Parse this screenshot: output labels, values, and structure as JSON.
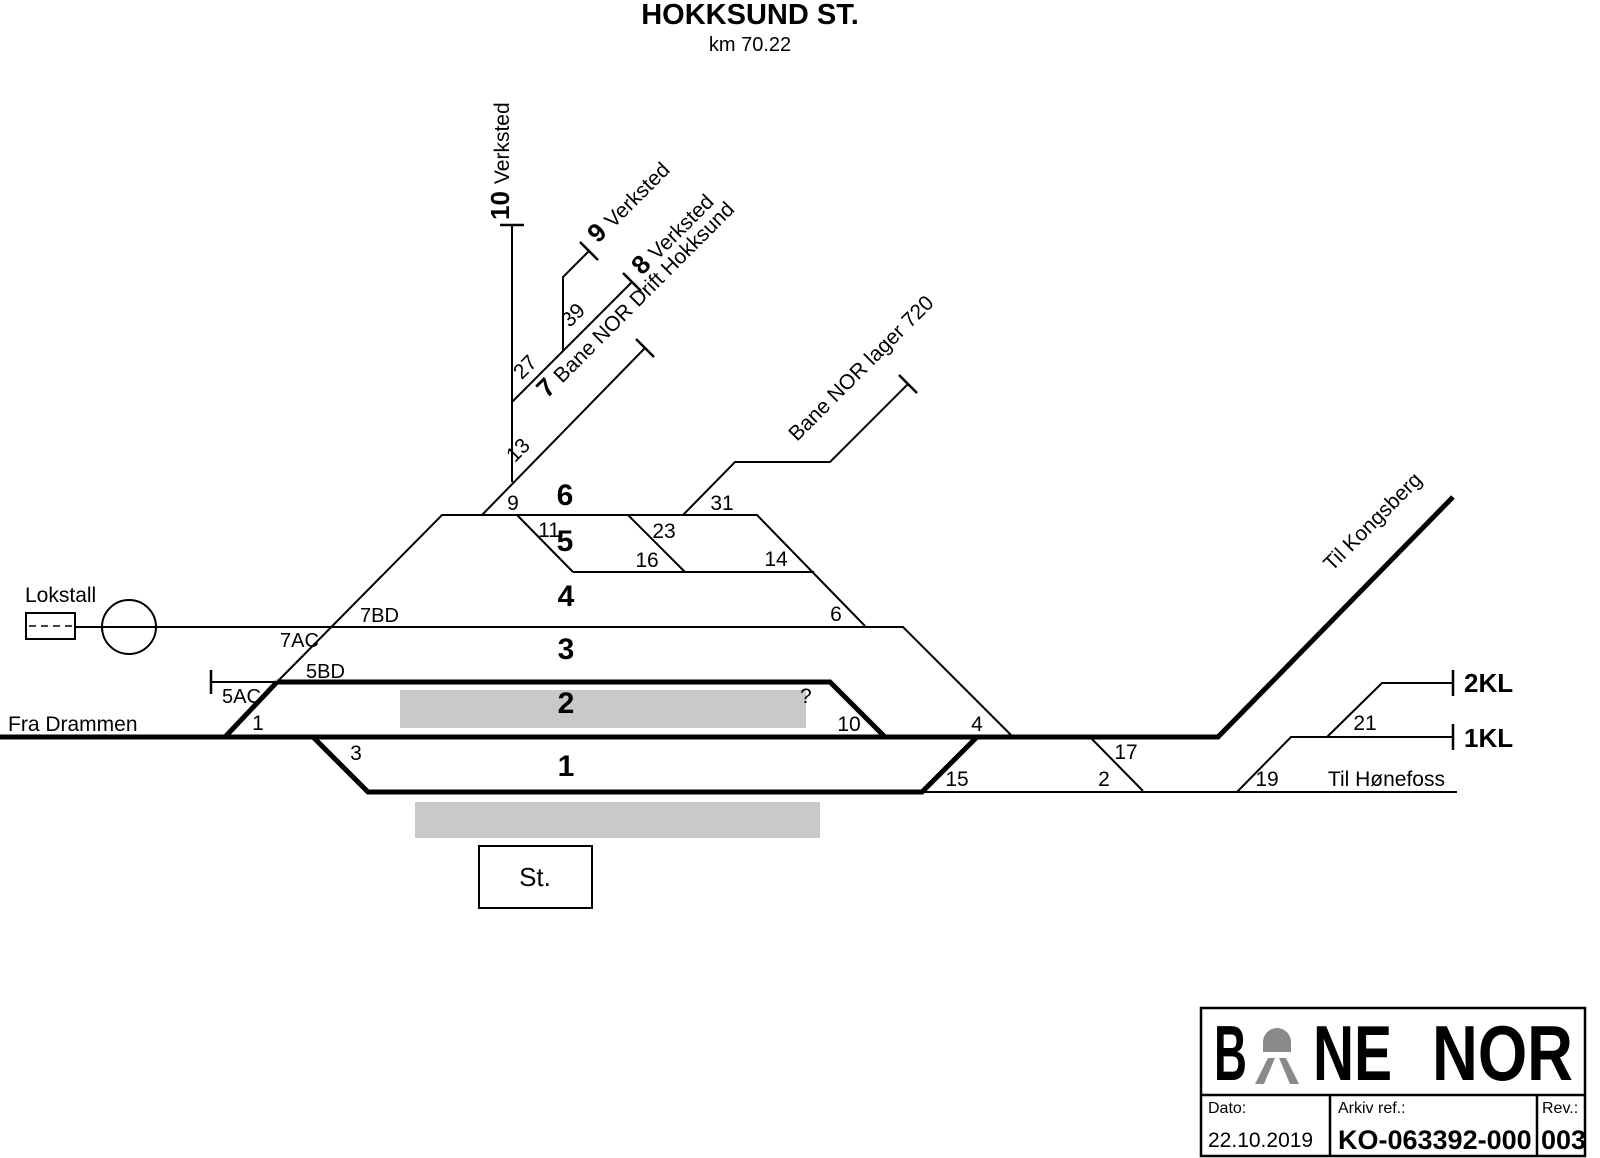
{
  "header": {
    "title": "HOKKSUND ST.",
    "subtitle": "km 70.22"
  },
  "colors": {
    "track": "#000000",
    "platform": "#c9c9c9",
    "logo_gray": "#8a8a8a",
    "background": "#ffffff"
  },
  "labels": {
    "lokstall": "Lokstall",
    "fra_drammen": "Fra Drammen",
    "til_kongsberg": "Til Kongsberg",
    "til_honefoss": "Til Hønefoss",
    "kl1": "1KL",
    "kl2": "2KL",
    "station_box": "St.",
    "platform_mark": "?"
  },
  "sidings": {
    "track10_num": "10",
    "track10_name": "Verksted",
    "track9_num": "9",
    "track9_name": "Verksted",
    "track8_num": "8",
    "track8_name": "Verksted",
    "track7_num": "7",
    "track7_name": "Bane NOR Drift Hokksund",
    "lager720": "Bane NOR lager 720"
  },
  "tracks": {
    "t1": "1",
    "t2": "2",
    "t3": "3",
    "t4": "4",
    "t5": "5",
    "t6": "6"
  },
  "sections": {
    "ac5": "5AC",
    "bd5": "5BD",
    "ac7": "7AC",
    "bd7": "7BD"
  },
  "switches": {
    "s1": "1",
    "s2": "2",
    "s3": "3",
    "s4": "4",
    "s6": "6",
    "s9": "9",
    "s10": "10",
    "s11": "11",
    "s13": "13",
    "s14": "14",
    "s15": "15",
    "s16": "16",
    "s17": "17",
    "s19": "19",
    "s21": "21",
    "s23": "23",
    "s27": "27",
    "s31": "31",
    "s39": "39"
  },
  "title_block": {
    "logo_b": "B",
    "logo_ne": "NE",
    "logo_nor": "NOR",
    "dato_label": "Dato:",
    "dato_value": "22.10.2019",
    "arkiv_label": "Arkiv ref.:",
    "arkiv_value": "KO-063392-000",
    "rev_label": "Rev.:",
    "rev_value": "003"
  }
}
